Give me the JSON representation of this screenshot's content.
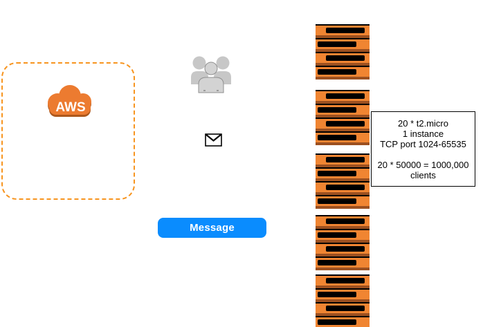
{
  "aws": {
    "label": "AWS"
  },
  "message_button": {
    "label": "Message"
  },
  "note": {
    "lines": [
      "20 * t2.micro",
      "1 instance",
      "TCP port 1024-65535",
      "20 * 50000 = 1000,000",
      "clients"
    ]
  },
  "servers": {
    "group_count": 5,
    "units_per_group": 4,
    "total_servers": 20
  },
  "colors": {
    "server_orange": "#F08532",
    "server_shadow": "#9C5020",
    "aws_cloud_orange": "#EC7B30",
    "aws_cloud_shadow": "#AD581C",
    "dashed_border_orange": "#F7941E",
    "message_blue": "#0A8CFE",
    "users_gray": "#C7C7C7",
    "users_front_gray": "#D3D3D3"
  }
}
